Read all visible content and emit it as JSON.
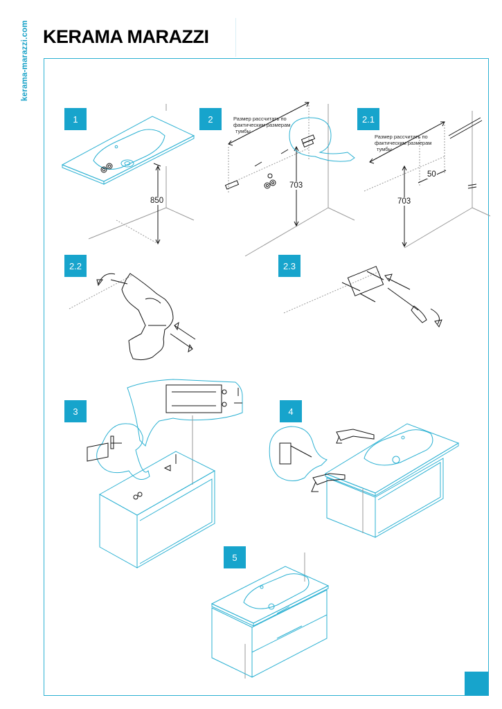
{
  "header": {
    "brand": "KERAMA MARAZZI",
    "side_url": "kerama-marazzi.com"
  },
  "steps": [
    "1",
    "2",
    "2.1",
    "2.2",
    "2.3",
    "3",
    "4",
    "5"
  ],
  "annotations": {
    "size_note_line1": "Размер рассчитать по",
    "size_note_line2": "фактическим размерам",
    "size_note_line3": "тумбы"
  },
  "dimensions": {
    "height_sink": "850",
    "height_mount": "703",
    "height_mount_2": "703",
    "offset": "50"
  },
  "colors": {
    "accent": "#17a4cc",
    "line": "#2ab0d2"
  }
}
